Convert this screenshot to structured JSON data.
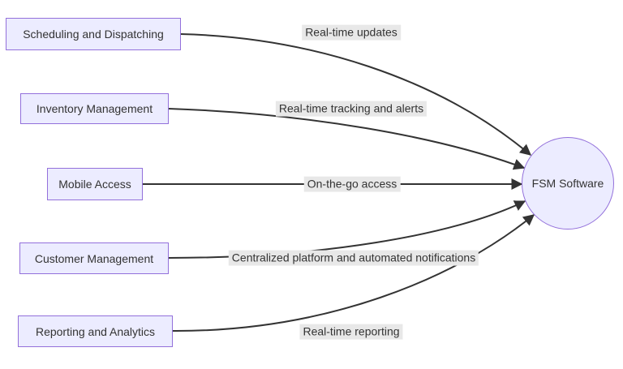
{
  "diagram": {
    "type": "flowchart",
    "nodes": [
      {
        "id": "scheduling",
        "label": "Scheduling and Dispatching"
      },
      {
        "id": "inventory",
        "label": "Inventory Management"
      },
      {
        "id": "mobile",
        "label": "Mobile Access"
      },
      {
        "id": "customer",
        "label": "Customer Management"
      },
      {
        "id": "reporting",
        "label": "Reporting and Analytics"
      }
    ],
    "target": {
      "id": "fsm",
      "label": "FSM Software"
    },
    "edges": [
      {
        "from": "Scheduling and Dispatching",
        "to": "FSM Software",
        "label": "Real-time updates"
      },
      {
        "from": "Inventory Management",
        "to": "FSM Software",
        "label": "Real-time tracking and alerts"
      },
      {
        "from": "Mobile Access",
        "to": "FSM Software",
        "label": "On-the-go access"
      },
      {
        "from": "Customer Management",
        "to": "FSM Software",
        "label": "Centralized platform and automated notifications"
      },
      {
        "from": "Reporting and Analytics",
        "to": "FSM Software",
        "label": "Real-time reporting"
      }
    ],
    "colors": {
      "node_fill": "#ECECFF",
      "node_border": "#9370DB",
      "edge_stroke": "#333333",
      "edge_label_bg": "#E8E8E8",
      "text": "#333333",
      "background": "#FFFFFF"
    }
  }
}
